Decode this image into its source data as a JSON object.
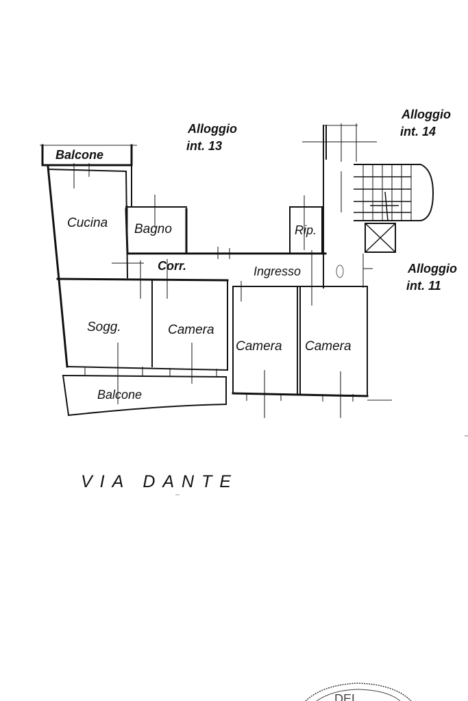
{
  "plan": {
    "neighbours": {
      "int13": {
        "line1": "Alloggio",
        "line2": "int. 13"
      },
      "int14": {
        "line1": "Alloggio",
        "line2": "int. 14"
      },
      "int11": {
        "line1": "Alloggio",
        "line2": "int. 11"
      }
    },
    "rooms": {
      "balcone_top": "Balcone",
      "cucina": "Cucina",
      "bagno": "Bagno",
      "ripostiglio": "Rip.",
      "corridoio": "Corr.",
      "ingresso": "Ingresso",
      "soggiorno": "Sogg.",
      "camera_1": "Camera",
      "camera_2": "Camera",
      "camera_3": "Camera",
      "balcone_bottom": "Balcone"
    },
    "street": "VIA DANTE",
    "stamp_text": "DEL"
  }
}
